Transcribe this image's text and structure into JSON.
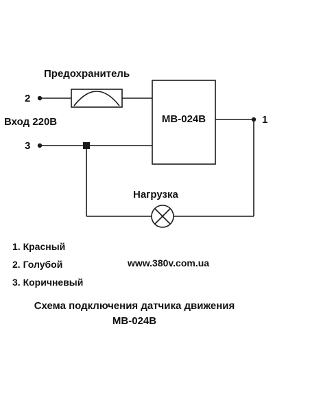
{
  "diagram": {
    "fuse_label": "Предохранитель",
    "input_label": "Вход 220В",
    "device_label": "MB-024B",
    "load_label": "Нагрузка",
    "terminals": {
      "t2": "2",
      "t3": "3",
      "t1": "1"
    },
    "legend": [
      "1. Красный",
      "2. Голубой",
      "3. Коричневый"
    ],
    "website": "www.380v.com.ua",
    "caption_line1": "Схема подключения датчика движения",
    "caption_line2": "MB-024B"
  },
  "colors": {
    "ink": "#1a1a1a",
    "background": "#ffffff"
  }
}
